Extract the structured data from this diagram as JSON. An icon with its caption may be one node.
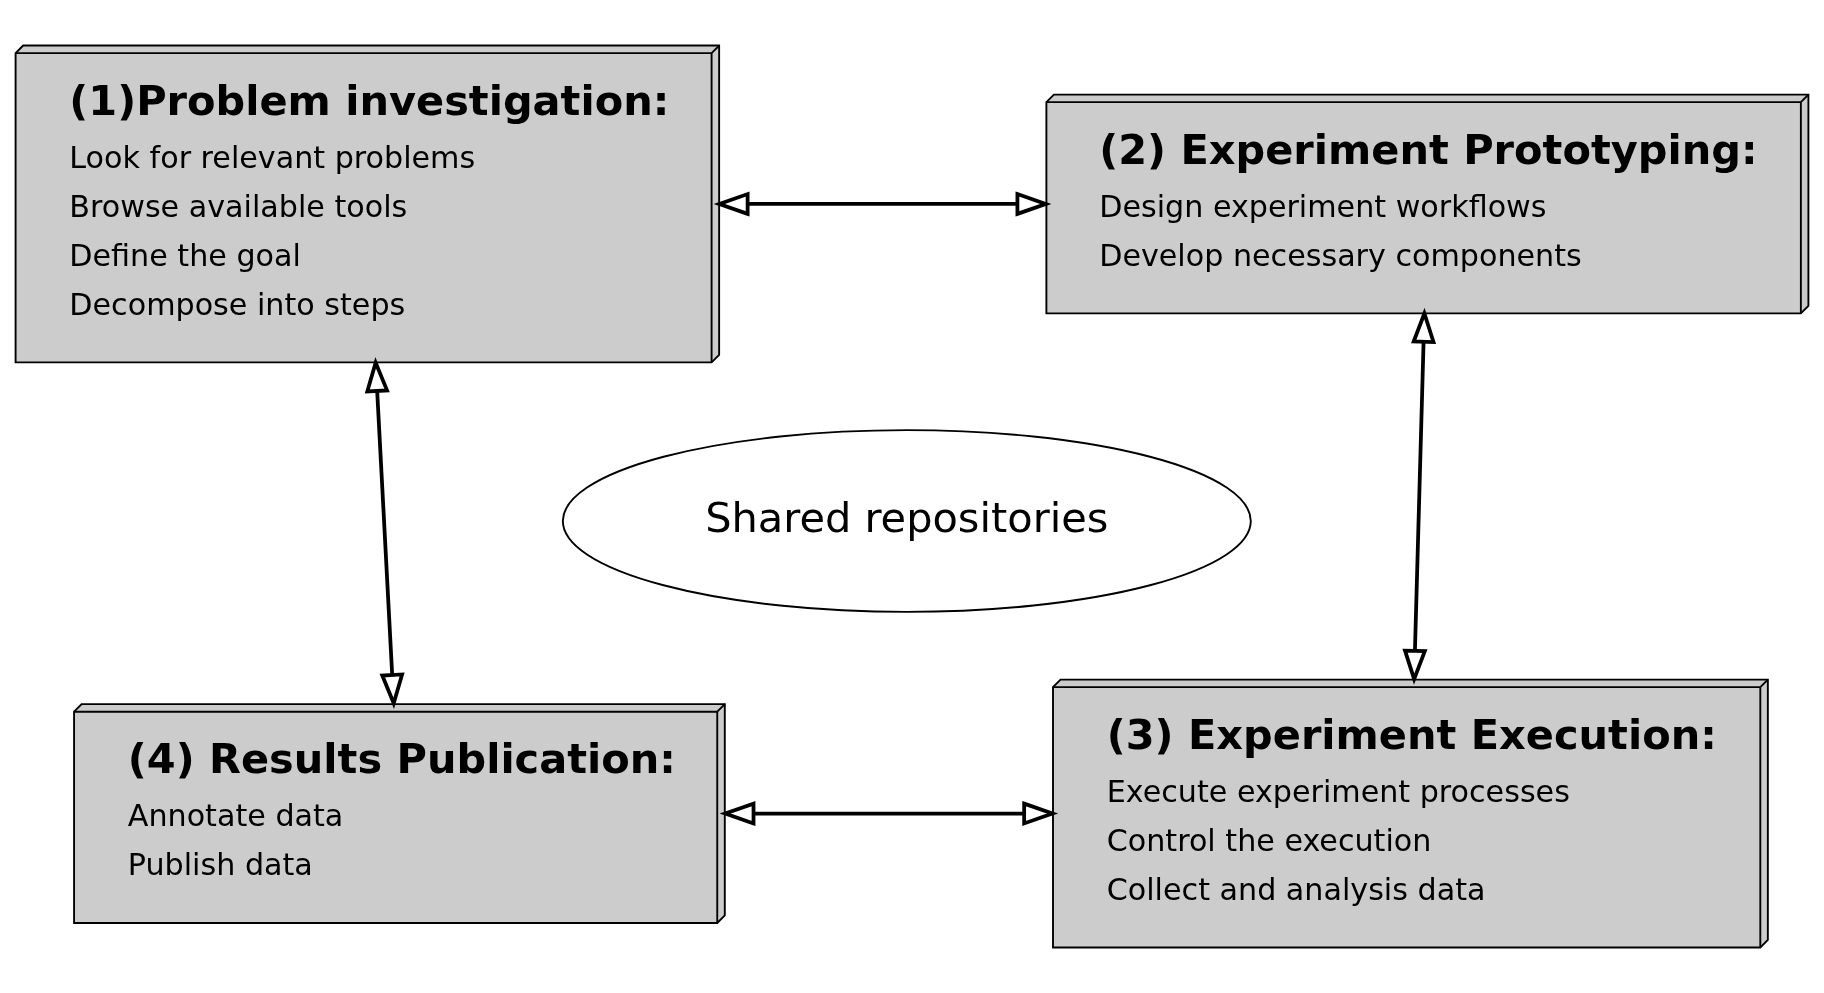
{
  "diagram": {
    "nodes": [
      {
        "text": [
          "(1)Problem investigation:",
          "Look for relevant problems",
          "Browse available tools",
          "Define the goal",
          "Decompose into steps"
        ]
      },
      {
        "text": [
          "(2) Experiment Prototyping:",
          "Design experiment workflows",
          "Develop necessary components"
        ]
      },
      {
        "text": [
          "Shared repositories"
        ]
      },
      {
        "text": [
          "(4) Results Publication:",
          "Annotate data",
          "Publish data"
        ]
      },
      {
        "text": [
          "(3) Experiment Execution:",
          "Execute experiment processes",
          "Control the execution",
          "Collect and analysis data"
        ]
      }
    ],
    "edges": [
      {
        "from": 0,
        "to": 1,
        "arrow": "both"
      },
      {
        "from": 0,
        "to": 3,
        "arrow": "both"
      },
      {
        "from": 1,
        "to": 4,
        "arrow": "both"
      },
      {
        "from": 3,
        "to": 4,
        "arrow": "both"
      }
    ]
  }
}
